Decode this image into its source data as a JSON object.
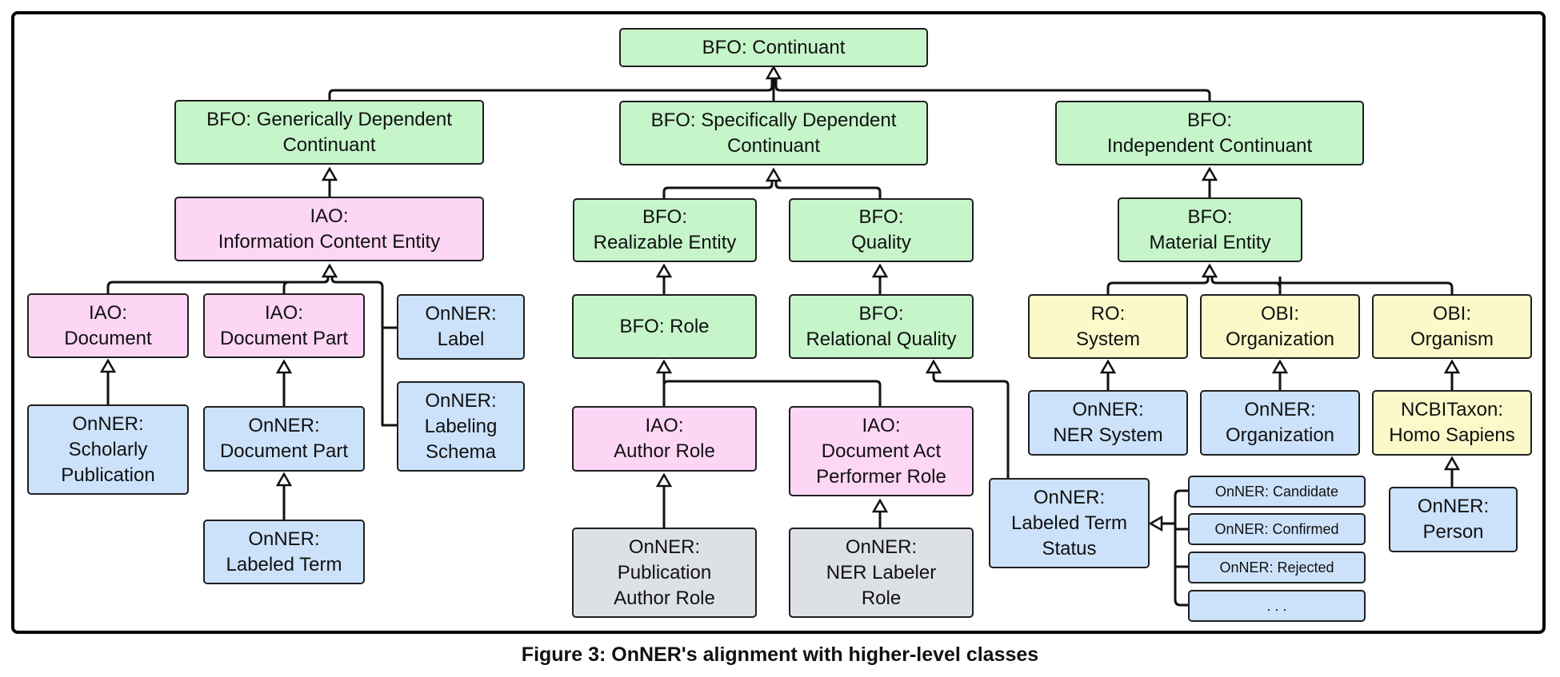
{
  "caption": "Figure 3: OnNER's alignment with higher-level classes",
  "colors": {
    "bfo": "#c5f5c9",
    "iao": "#fdd5f5",
    "onner": "#cce2fb",
    "external": "#fbf9c9",
    "instance": "#dde0e4",
    "line": "#111111"
  },
  "nodes": {
    "continuant": "BFO: Continuant",
    "gdc": "BFO: Generically Dependent\nContinuant",
    "sdc": "BFO: Specifically Dependent\nContinuant",
    "ic": "BFO:\nIndependent Continuant",
    "ice": "IAO:\nInformation Content Entity",
    "realizable": "BFO:\nRealizable Entity",
    "quality": "BFO:\nQuality",
    "material": "BFO:\nMaterial Entity",
    "iao_document": "IAO:\nDocument",
    "iao_docpart": "IAO:\nDocument Part",
    "label": "OnNER:\nLabel",
    "role": "BFO: Role",
    "relquality": "BFO:\nRelational Quality",
    "ro_system": "RO:\nSystem",
    "obi_org": "OBI:\nOrganization",
    "obi_organism": "OBI:\nOrganism",
    "scholarly": "OnNER:\nScholarly\nPublication",
    "onner_docpart": "OnNER:\nDocument Part",
    "labeling_schema": "OnNER:\nLabeling\nSchema",
    "author_role": "IAO:\nAuthor Role",
    "doc_act": "IAO:\nDocument Act\nPerformer Role",
    "ner_system": "OnNER:\nNER System",
    "onner_org": "OnNER:\nOrganization",
    "homo": "NCBITaxon:\nHomo Sapiens",
    "labeled_term": "OnNER:\nLabeled Term",
    "pub_author": "OnNER:\nPublication\nAuthor Role",
    "ner_labeler": "OnNER:\nNER Labeler\nRole",
    "lt_status": "OnNER:\nLabeled Term\nStatus",
    "candidate": "OnNER: Candidate",
    "confirmed": "OnNER: Confirmed",
    "rejected": "OnNER: Rejected",
    "more": ". . .",
    "person": "OnNER:\nPerson"
  }
}
